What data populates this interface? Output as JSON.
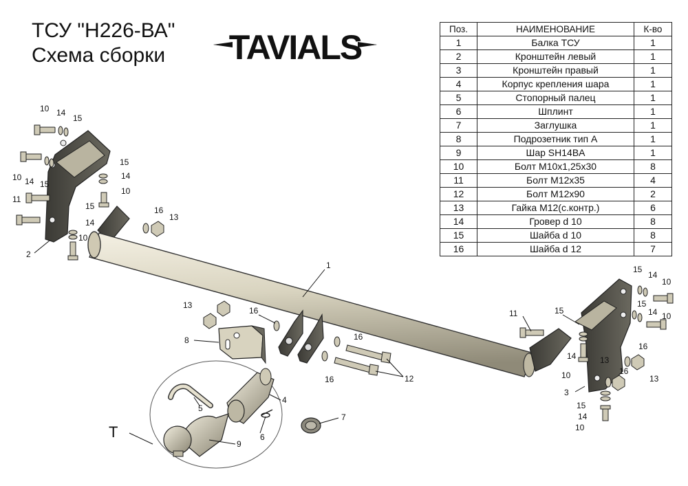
{
  "header": {
    "title_line1": "ТСУ  \"Н226-ВА\"",
    "title_line2": "Схема сборки",
    "logo_text": "TAVIALS"
  },
  "parts_table": {
    "headers": [
      "Поз.",
      "НАИМЕНОВАНИЕ",
      "К-во"
    ],
    "rows": [
      [
        "1",
        "Балка ТСУ",
        "1"
      ],
      [
        "2",
        "Кронштейн левый",
        "1"
      ],
      [
        "3",
        "Кронштейн правый",
        "1"
      ],
      [
        "4",
        "Корпус крепления шара",
        "1"
      ],
      [
        "5",
        "Стопорный палец",
        "1"
      ],
      [
        "6",
        "Шплинт",
        "1"
      ],
      [
        "7",
        "Заглушка",
        "1"
      ],
      [
        "8",
        "Подрозетник тип А",
        "1"
      ],
      [
        "9",
        "Шар SH14BA",
        "1"
      ],
      [
        "10",
        "Болт М10х1,25х30",
        "8"
      ],
      [
        "11",
        "Болт М12х35",
        "4"
      ],
      [
        "12",
        "Болт М12х90",
        "2"
      ],
      [
        "13",
        "Гайка М12(с.контр.)",
        "6"
      ],
      [
        "14",
        "Гровер d 10",
        "8"
      ],
      [
        "15",
        "Шайба d 10",
        "8"
      ],
      [
        "16",
        "Шайба d 12",
        "7"
      ]
    ]
  },
  "callouts": {
    "c1": "1",
    "c2": "2",
    "c3": "3",
    "c4": "4",
    "c5": "5",
    "c6": "6",
    "c7": "7",
    "c8": "8",
    "c9": "9",
    "l10a": "10",
    "l14a": "14",
    "l15a": "15",
    "l10b": "10",
    "l14b": "14",
    "l15b": "15",
    "l15c": "15",
    "l14c": "14",
    "l10c": "10",
    "l11a": "11",
    "l15d": "15",
    "l14d": "14",
    "l10d": "10",
    "l16a": "16",
    "l13a": "13",
    "l13b": "13",
    "l16b": "16",
    "l16c": "16",
    "l16d": "16",
    "l12": "12",
    "l11b": "11",
    "l15e": "15",
    "l14e": "14",
    "l10e": "10",
    "l15f": "15",
    "l14f": "14",
    "l10f": "10",
    "l15g": "15",
    "l14g": "14",
    "l10g": "10",
    "l16e": "16",
    "l16f": "16",
    "l13c": "13",
    "l13d": "13",
    "l15h": "15",
    "l14h": "14",
    "l10h": "10",
    "T": "T"
  }
}
